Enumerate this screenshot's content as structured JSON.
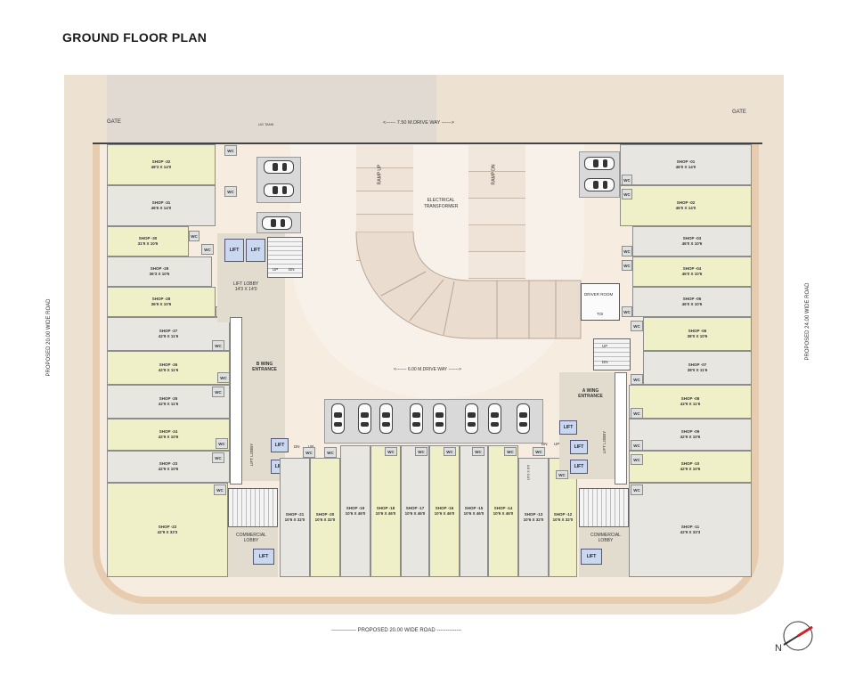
{
  "title": "GROUND FLOOR PLAN",
  "labels": {
    "gate_left": "GATE",
    "gate_right": "GATE",
    "ug_tank": "UG TANK",
    "drive_way_top": "<------ 7.50 M.DRIVE WAY ------>",
    "drive_way_mid": "<------- 6.00 M.DRIVE WAY ------->",
    "ramp_up": "RAMP UP",
    "ramp_dn": "RAMP DN",
    "electrical": "ELECTRICAL TRANSFORMER",
    "driver_room": "DRIVER ROOM",
    "toilet": "TOI",
    "lift_lobby": "LIFT LOBBY",
    "lift_lobby_size": "14'3 X 14'0",
    "b_wing": "B WING ENTRANCE",
    "a_wing": "A WING ENTRANCE",
    "commercial_lobby_left": "COMMERCIAL LOBBY",
    "commercial_lobby_right": "COMMERCIAL LOBBY",
    "lift": "LIFT",
    "wc": "WC",
    "up": "UP",
    "dn": "DN",
    "lift_lobby_vert_left": "LIFT LOBBY",
    "lift_lobby_vert_right": "LIFT LOBBY",
    "gap_size": "16'0 X 8'6",
    "road_left": "PROPOSED 20.00 WIDE ROAD",
    "road_right": "PROPOSED 24.00 WIDE ROAD",
    "road_bottom": "-------------- PROPOSED 20.00 WIDE ROAD --------------",
    "north": "N"
  },
  "shops_left": [
    {
      "name": "SHOP -32",
      "size": "48'3 X 14'0"
    },
    {
      "name": "SHOP -31",
      "size": "46'6 X 14'0"
    },
    {
      "name": "SHOP -30",
      "size": "31'9 X 10'6"
    },
    {
      "name": "SHOP -29",
      "size": "36'3 X 10'6"
    },
    {
      "name": "SHOP -28",
      "size": "36'9 X 10'6"
    },
    {
      "name": "SHOP -27",
      "size": "42'9 X 11'6"
    },
    {
      "name": "SHOP -26",
      "size": "42'9 X 11'6"
    },
    {
      "name": "SHOP -25",
      "size": "42'9 X 11'6"
    },
    {
      "name": "SHOP -24",
      "size": "42'9 X 10'6"
    },
    {
      "name": "SHOP -23",
      "size": "42'9 X 10'6"
    },
    {
      "name": "SHOP -22",
      "size": "42'9 X 33'3"
    }
  ],
  "shops_right": [
    {
      "name": "SHOP -01",
      "size": "46'0 X 14'0"
    },
    {
      "name": "SHOP -02",
      "size": "46'0 X 14'0"
    },
    {
      "name": "SHOP -03",
      "size": "46'0 X 10'6"
    },
    {
      "name": "SHOP -04",
      "size": "46'0 X 10'6"
    },
    {
      "name": "SHOP -05",
      "size": "46'0 X 10'6"
    },
    {
      "name": "SHOP -06",
      "size": "38'0 X 10'6"
    },
    {
      "name": "SHOP -07",
      "size": "38'0 X 11'6"
    },
    {
      "name": "SHOP -08",
      "size": "42'9 X 11'6"
    },
    {
      "name": "SHOP -09",
      "size": "42'9 X 10'6"
    },
    {
      "name": "SHOP -10",
      "size": "42'9 X 10'6"
    },
    {
      "name": "SHOP -11",
      "size": "42'9 X 33'3"
    }
  ],
  "shops_bottom": [
    {
      "name": "SHOP -21",
      "size": "10'6 X 32'0"
    },
    {
      "name": "SHOP -20",
      "size": "10'6 X 32'0"
    },
    {
      "name": "SHOP -19",
      "size": "10'6 X 46'0"
    },
    {
      "name": "SHOP -18",
      "size": "10'6 X 46'0"
    },
    {
      "name": "SHOP -17",
      "size": "10'6 X 46'0"
    },
    {
      "name": "SHOP -16",
      "size": "10'6 X 46'0"
    },
    {
      "name": "SHOP -15",
      "size": "10'6 X 46'0"
    },
    {
      "name": "SHOP -14",
      "size": "10'6 X 46'0"
    },
    {
      "name": "SHOP -13",
      "size": "10'6 X 32'0"
    },
    {
      "name": "SHOP -12",
      "size": "10'6 X 32'0"
    }
  ],
  "colors": {
    "plot": "#f6ecdf",
    "road": "#ede2d2",
    "boundary": "#e5cbb0",
    "shop_yellow": "#efefc8",
    "shop_grey": "#e7e6e1",
    "lift": "#c9d8ee",
    "north_arrow": "#d0232a"
  }
}
